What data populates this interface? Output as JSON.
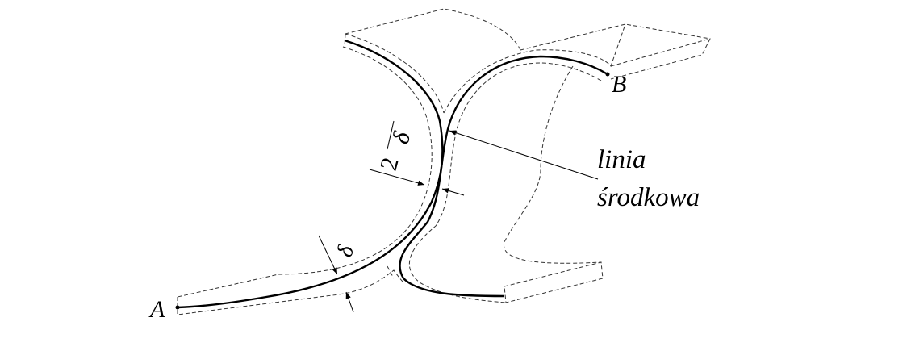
{
  "diagram": {
    "point_a": "A",
    "point_b": "B",
    "half_thickness_symbol": "δ",
    "half_thickness_divisor": "2",
    "thickness_symbol": "δ",
    "centerline_label_line1": "linia",
    "centerline_label_line2": "środkowa"
  },
  "colors": {
    "stroke": "#000000",
    "dashed": "#333333"
  }
}
